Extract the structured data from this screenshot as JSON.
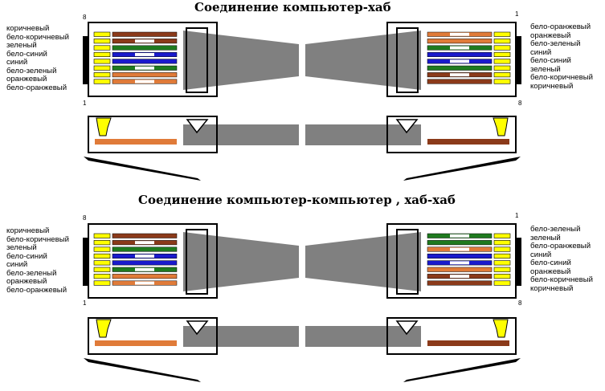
{
  "titles": {
    "top": "Соединение компьютер-хаб",
    "bottom": "Соединение компьютер-компьютер , хаб-хаб"
  },
  "pins": {
    "one": "1",
    "eight": "8"
  },
  "wire_labels": {
    "top_left": [
      "коричневый",
      "бело-коричневый",
      "зеленый",
      "бело-синий",
      "синий",
      "бело-зеленый",
      "оранжевый",
      "бело-оранжевый"
    ],
    "top_right": [
      "бело-оранжевый",
      "оранжевый",
      "бело-зеленый",
      "синий",
      "бело-синий",
      "зеленый",
      "бело-коричневый",
      "коричневый"
    ],
    "bottom_left": [
      "коричневый",
      "бело-коричневый",
      "зеленый",
      "бело-синий",
      "синий",
      "бело-зеленый",
      "оранжевый",
      "бело-оранжевый"
    ],
    "bottom_right": [
      "бело-зеленый",
      "зеленый",
      "бело-оранжевый",
      "синий",
      "бело-синий",
      "оранжевый",
      "бело-коричневый",
      "коричневый"
    ]
  },
  "colors": {
    "orange": "#e07b39",
    "green": "#1f7a1f",
    "blue": "#1a1acc",
    "brown": "#8b3a1a",
    "white": "#ffffff",
    "cable": "#808080",
    "contact": "#ffff00"
  }
}
